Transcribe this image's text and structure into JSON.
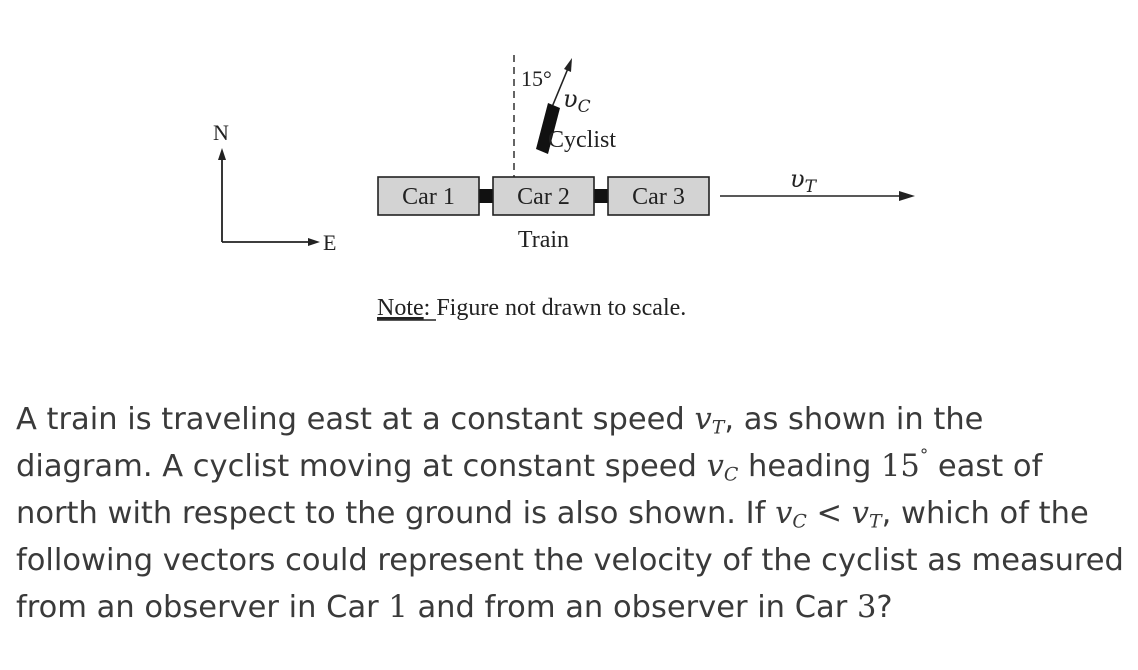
{
  "figure": {
    "compass": {
      "north": "N",
      "east": "E"
    },
    "cars": [
      "Car 1",
      "Car 2",
      "Car 3"
    ],
    "train_label": "Train",
    "cyclist_label": "Cyclist",
    "angle_label": "15°",
    "cyclist_velocity": {
      "symbol": "υ",
      "subscript": "C"
    },
    "train_velocity": {
      "symbol": "υ",
      "subscript": "T"
    },
    "note_prefix": "Note",
    "note_text": ": Figure not drawn to scale."
  },
  "question": {
    "t1": "A train is traveling east at a constant speed ",
    "v": "v",
    "sub_T": "T",
    "sub_C": "C",
    "t2": ", as shown in the diagram. A cyclist moving at constant speed ",
    "t3": " heading ",
    "angle_value": "15",
    "degree": "°",
    "t4": " east of north with respect to the ground is also shown. If ",
    "less_than": " < ",
    "t5": ", which of the following vectors could represent the velocity of the cyclist as measured from an observer in Car ",
    "car_a": "1",
    "t6": " and from an observer in Car ",
    "car_b": "3",
    "t7": "?"
  },
  "colors": {
    "car_fill": "#d3d3d3",
    "ink": "#222222",
    "text": "#3a3a3a"
  }
}
